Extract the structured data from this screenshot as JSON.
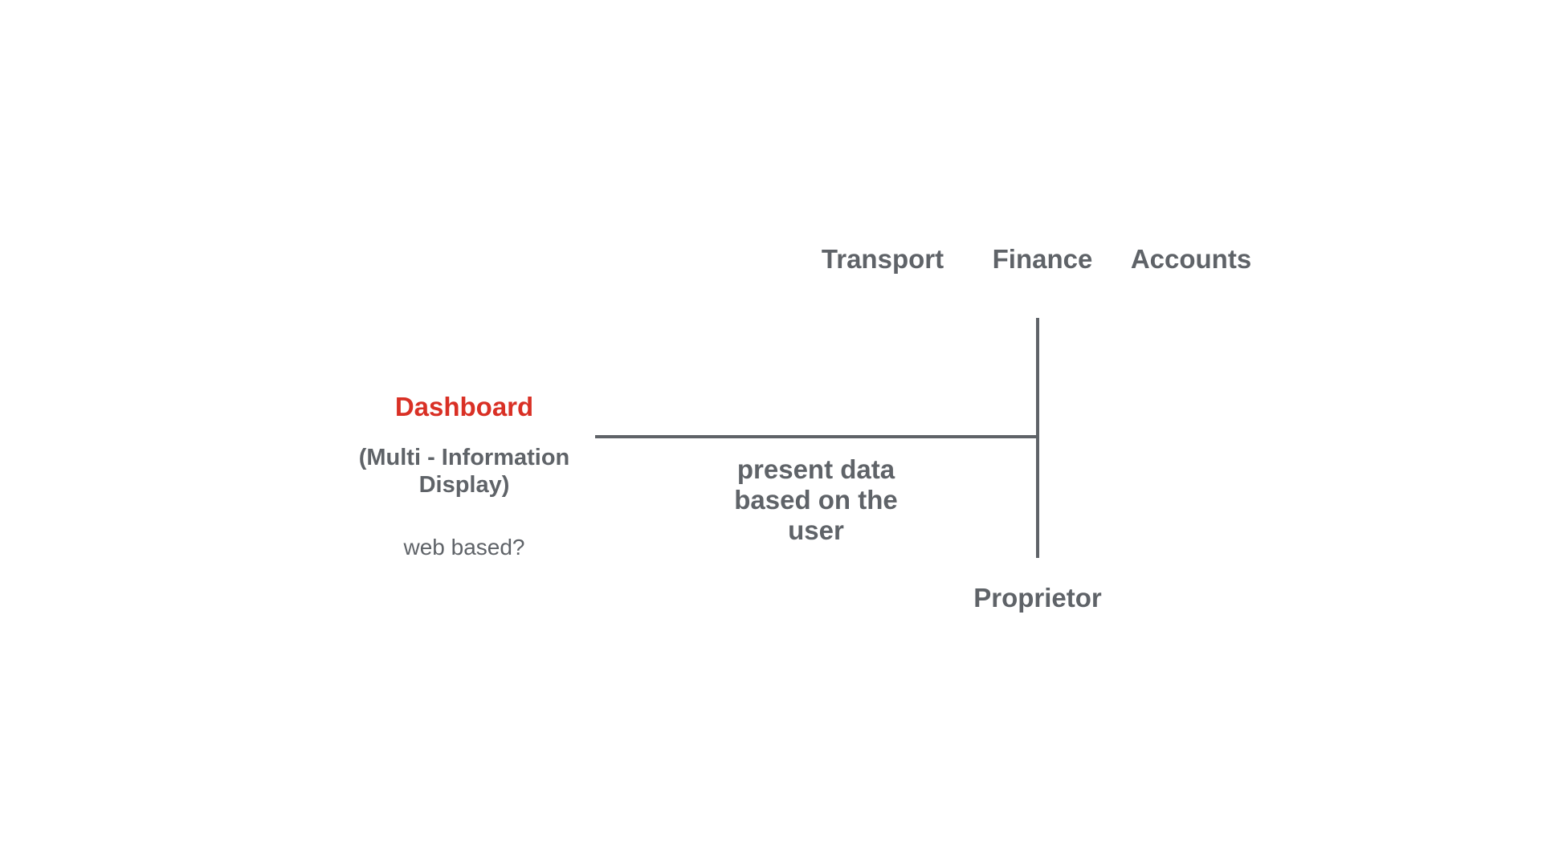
{
  "top_nodes": {
    "transport": "Transport",
    "finance": "Finance",
    "accounts": "Accounts"
  },
  "dashboard": {
    "title": "Dashboard",
    "subtitle": "(Multi - Information Display)",
    "question": "web based?"
  },
  "edge_label": "present data based on the user",
  "bottom_node": "Proprietor",
  "colors": {
    "text": "#5f6368",
    "accent": "#d93025",
    "line": "#5f6368",
    "background": "#ffffff"
  }
}
